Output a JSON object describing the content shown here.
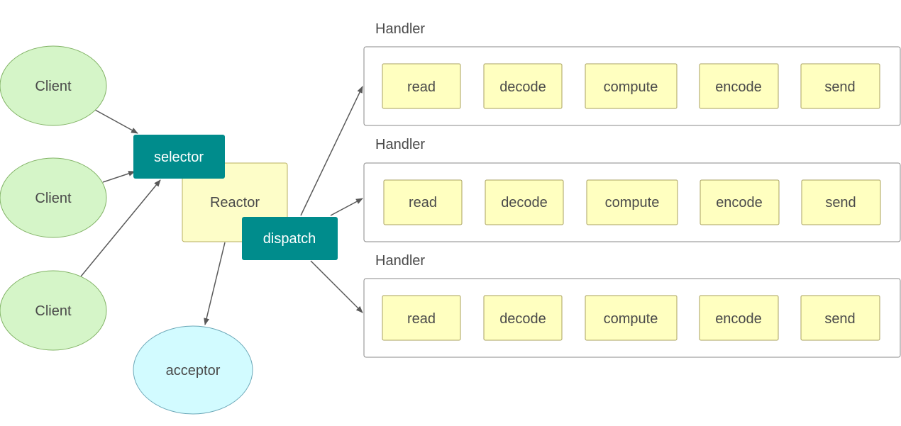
{
  "clients": [
    "Client",
    "Client",
    "Client"
  ],
  "selector_label": "selector",
  "reactor_label": "Reactor",
  "dispatch_label": "dispatch",
  "acceptor_label": "acceptor",
  "handlers": [
    {
      "title": "Handler",
      "steps": [
        "read",
        "decode",
        "compute",
        "encode",
        "send"
      ]
    },
    {
      "title": "Handler",
      "steps": [
        "read",
        "decode",
        "compute",
        "encode",
        "send"
      ]
    },
    {
      "title": "Handler",
      "steps": [
        "read",
        "decode",
        "compute",
        "encode",
        "send"
      ]
    }
  ],
  "colors": {
    "client_fill": "#d5f5c8",
    "client_stroke": "#82b366",
    "teal": "#008c8c",
    "reactor_fill": "#fdfdc8",
    "reactor_stroke": "#b8b060",
    "step_fill": "#ffffc0",
    "step_stroke": "#a8a060",
    "acceptor_fill": "#d2fbff",
    "acceptor_stroke": "#6ca8b8",
    "arrow": "#595959",
    "handler_stroke": "#8a8a8a"
  }
}
